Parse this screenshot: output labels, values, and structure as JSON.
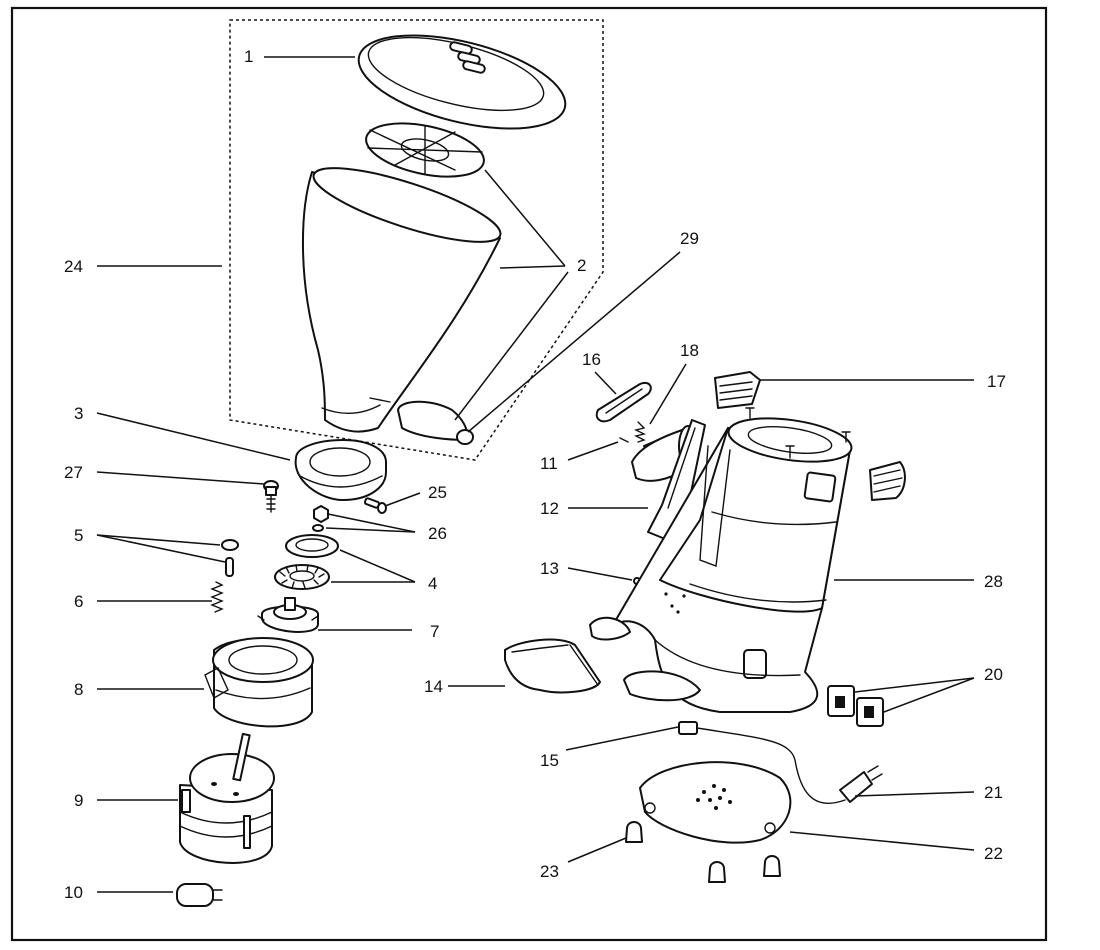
{
  "labels": {
    "l1": "1",
    "l2": "2",
    "l3": "3",
    "l4": "4",
    "l5": "5",
    "l6": "6",
    "l7": "7",
    "l8": "8",
    "l9": "9",
    "l10": "10",
    "l11": "11",
    "l12": "12",
    "l13": "13",
    "l14": "14",
    "l15": "15",
    "l16": "16",
    "l17": "17",
    "l18": "18",
    "l20": "20",
    "l21": "21",
    "l22": "22",
    "l23": "23",
    "l24": "24",
    "l25": "25",
    "l26": "26",
    "l27": "27",
    "l28": "28",
    "l29": "29"
  }
}
